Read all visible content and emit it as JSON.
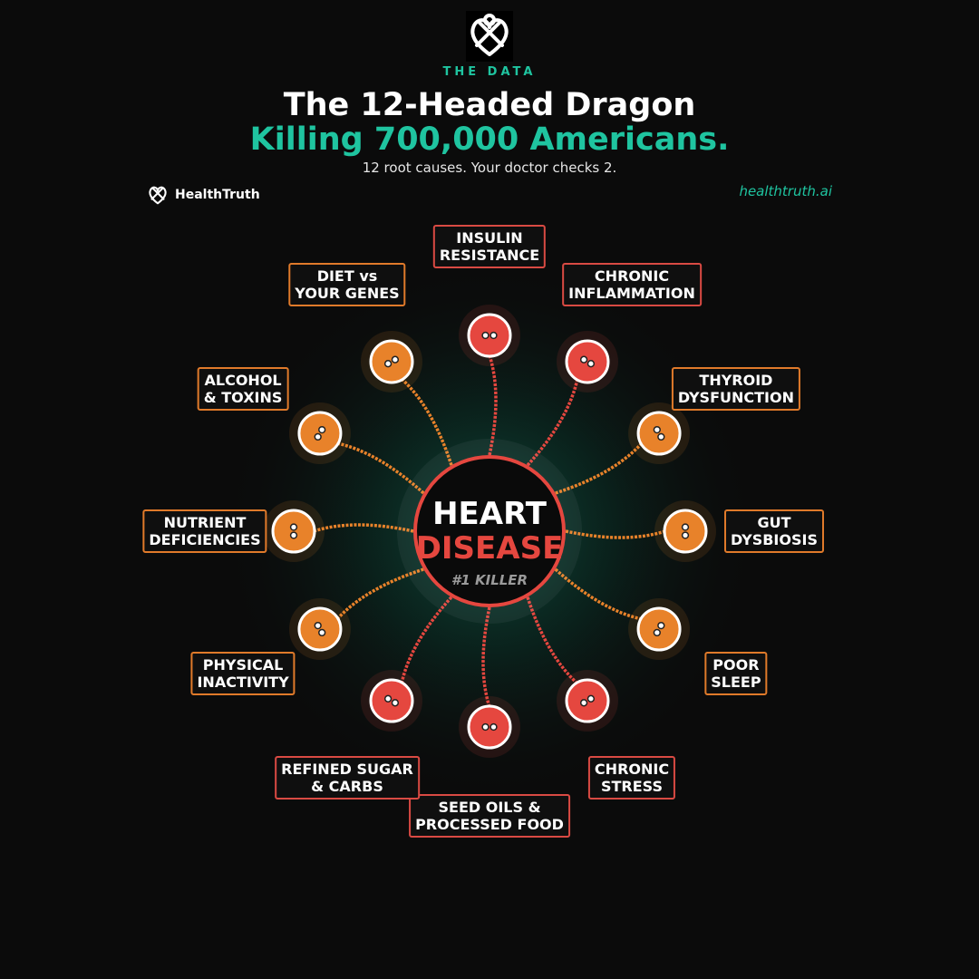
{
  "header": {
    "eyebrow": "THE DATA",
    "title_line1": "The 12-Headed Dragon",
    "title_line2": "Killing 700,000 Americans.",
    "subtitle": "12 root causes. Your doctor checks 2.",
    "brand_name": "HealthTruth",
    "url": "healthtruth.ai"
  },
  "center": {
    "line1": "HEART",
    "line2": "DISEASE",
    "caption": "#1 KILLER"
  },
  "colors": {
    "background": "#0b0b0b",
    "accent_teal": "#1fc4a0",
    "red": "#e5473f",
    "orange": "#e8822a"
  },
  "causes": [
    {
      "label": "INSULIN\nRESISTANCE",
      "severity": "red"
    },
    {
      "label": "CHRONIC\nINFLAMMATION",
      "severity": "red"
    },
    {
      "label": "THYROID\nDYSFUNCTION",
      "severity": "orange"
    },
    {
      "label": "GUT\nDYSBIOSIS",
      "severity": "orange"
    },
    {
      "label": "POOR\nSLEEP",
      "severity": "orange"
    },
    {
      "label": "CHRONIC\nSTRESS",
      "severity": "red"
    },
    {
      "label": "SEED OILS &\nPROCESSED FOOD",
      "severity": "red"
    },
    {
      "label": "REFINED SUGAR\n& CARBS",
      "severity": "red"
    },
    {
      "label": "PHYSICAL\nINACTIVITY",
      "severity": "orange"
    },
    {
      "label": "NUTRIENT\nDEFICIENCIES",
      "severity": "orange"
    },
    {
      "label": "ALCOHOL\n& TOXINS",
      "severity": "orange"
    },
    {
      "label": "DIET vs\nYOUR GENES",
      "severity": "orange"
    }
  ]
}
